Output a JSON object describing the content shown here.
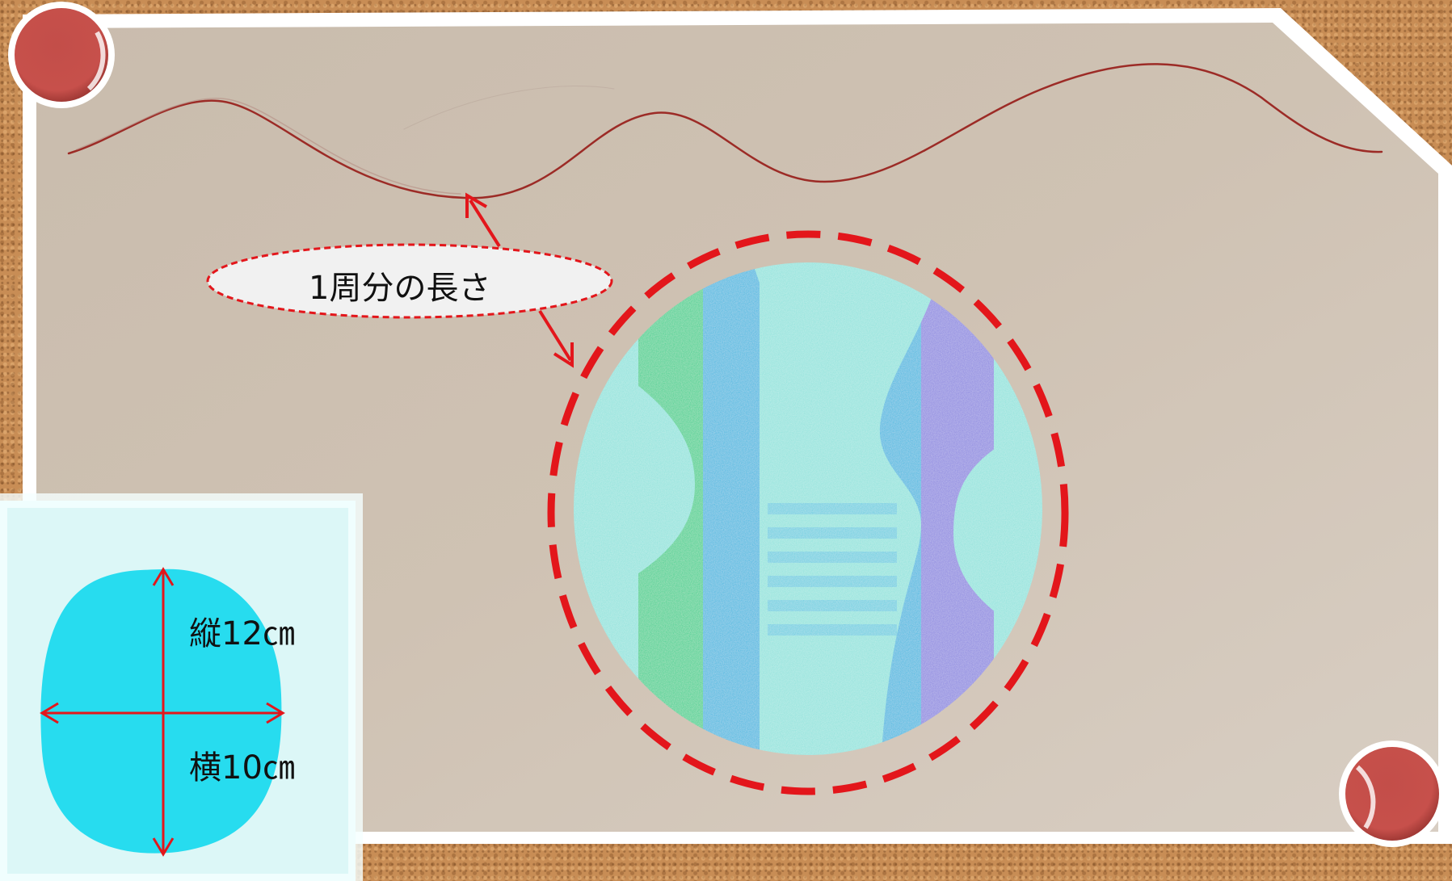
{
  "callout": {
    "text": "1周分の長さ"
  },
  "template": {
    "height_label": "縦12㎝",
    "width_label": "横10㎝"
  },
  "colors": {
    "cork": "#c88d55",
    "paper": "#cbbdad",
    "thread": "#9c2b26",
    "annotation_red": "#e3161b",
    "pin_red": "#c7504b",
    "template_cyan": "#27dcef",
    "panel_bg": "#d9f6f6"
  },
  "icons": [
    "pushpin-icon",
    "arrow-icon"
  ]
}
